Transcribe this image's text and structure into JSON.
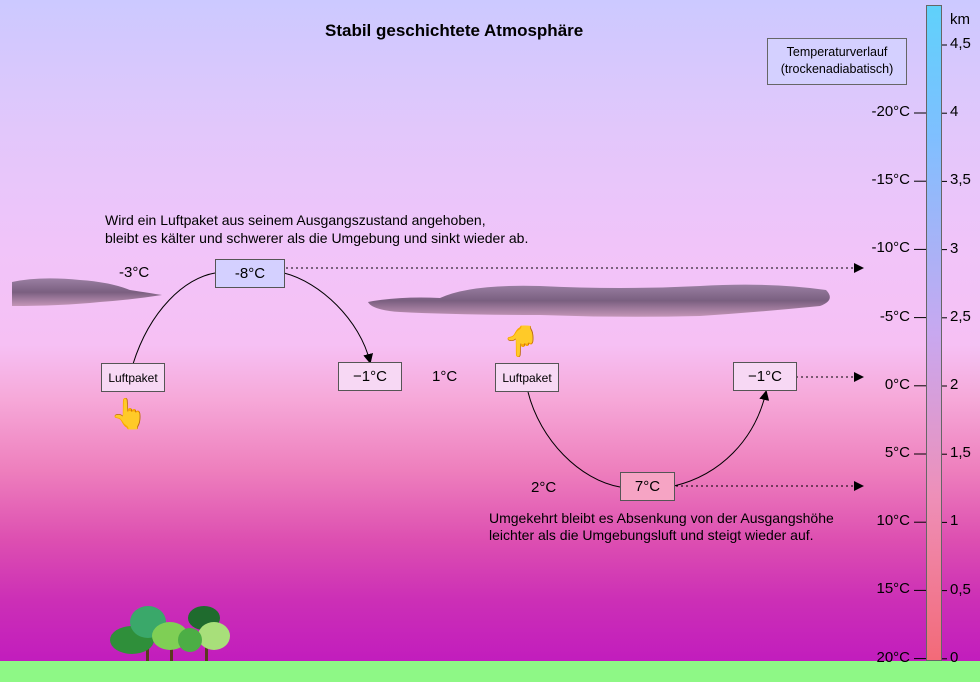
{
  "title": "Stabil geschichtete Atmosphäre",
  "legend": {
    "line1": "Temperaturverlauf",
    "line2": "(trockenadiabatisch)"
  },
  "scale": {
    "unit": "km",
    "km_labels": [
      "4,5",
      "4",
      "3,5",
      "3",
      "2,5",
      "2",
      "1,5",
      "1",
      "0,5",
      "0"
    ],
    "temp_labels": [
      "-20°C",
      "-15°C",
      "-10°C",
      "-5°C",
      "0°C",
      "5°C",
      "10°C",
      "15°C",
      "20°C"
    ]
  },
  "ambient": {
    "upper": "-3°C",
    "middle": "1°C",
    "lower": "2°C"
  },
  "rising": {
    "text_line1": "Wird ein Luftpaket aus seinem Ausgangszustand angehoben,",
    "text_line2": "bleibt es kälter und schwerer als die Umgebung und sinkt wieder ab.",
    "start_label": "Luftpaket",
    "top_temp": "-8°C",
    "end_temp": "−1°C",
    "top_color": "#d4d0ff"
  },
  "sinking": {
    "start_label": "Luftpaket",
    "bottom_temp": "7°C",
    "end_temp": "−1°C",
    "text_line1": "Umgekehrt bleibt es Absenkung von der Ausgangshöhe",
    "text_line2": "leichter als die Umgebungsluft und steigt wieder auf.",
    "bottom_color": "#f6a4c4"
  },
  "icons": {
    "hand_left": "pointing-hand-icon",
    "hand_right": "pointing-hand-icon",
    "trees": "trees-icon"
  }
}
